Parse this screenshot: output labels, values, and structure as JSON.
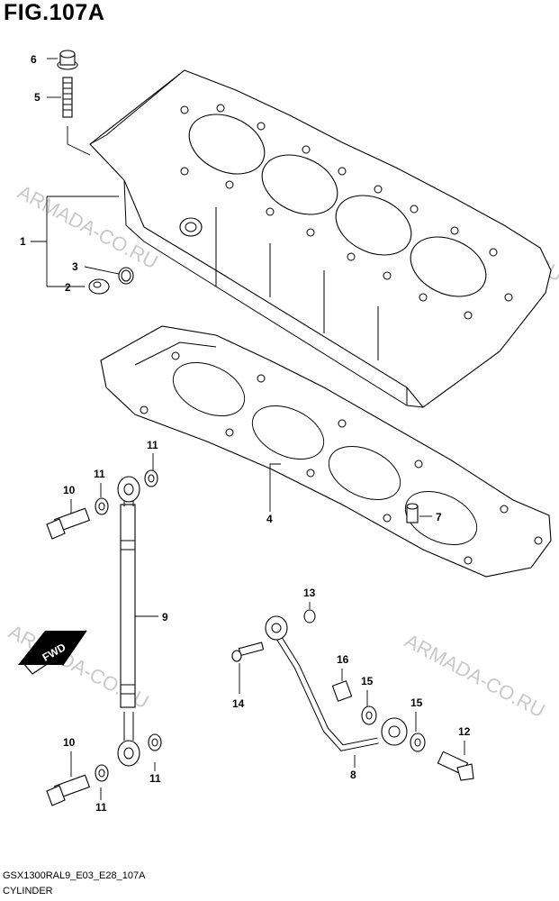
{
  "figure": {
    "title": "FIG.107A",
    "code": "GSX1300RAL9_E03_E28_107A",
    "name": "CYLINDER"
  },
  "watermarks": [
    "ARMADA-CO.RU",
    "ARMADA-CO.RU",
    "ARMADA-CO.RU",
    "ARMADA-CO.RU",
    "ARMADA-CO.RU"
  ],
  "direction_badge": "FWD",
  "callouts": {
    "p1": "1",
    "p2": "2",
    "p3": "3",
    "p4": "4",
    "p5": "5",
    "p6": "6",
    "p7": "7",
    "p8": "8",
    "p9": "9",
    "p10a": "10",
    "p10b": "10",
    "p11a": "11",
    "p11b": "11",
    "p11c": "11",
    "p11d": "11",
    "p12": "12",
    "p13": "13",
    "p14": "14",
    "p15a": "15",
    "p15b": "15",
    "p16": "16"
  },
  "colors": {
    "line": "#000000",
    "background": "#ffffff",
    "watermark": "#c9c9c9"
  }
}
